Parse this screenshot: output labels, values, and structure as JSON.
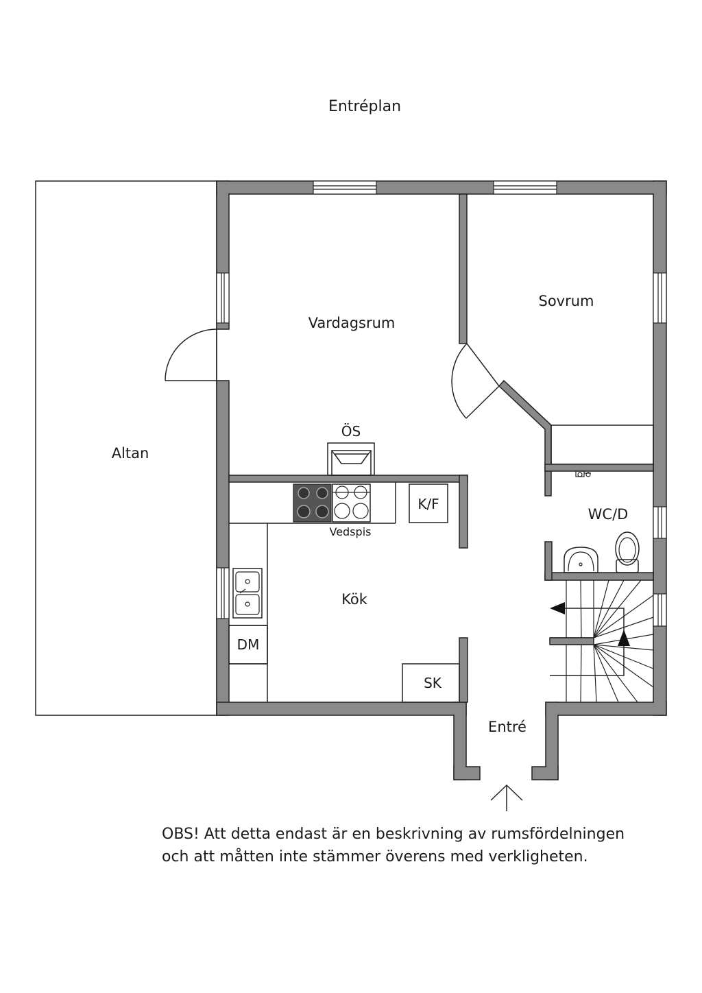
{
  "title": "Entréplan",
  "rooms": {
    "altan": "Altan",
    "vardagsrum": "Vardagsrum",
    "sovrum": "Sovrum",
    "kok": "Kök",
    "wc": "WC/D",
    "entre": "Entré",
    "os": "ÖS",
    "vedspis": "Vedspis",
    "kf": "K/F",
    "dm": "DM",
    "sk": "SK"
  },
  "note": "OBS! Att detta endast är en beskrivning av rumsfördelningen och att måtten inte stämmer överens med verkligheten.",
  "colors": {
    "wall": "#8a8a8a",
    "stove": "#555555",
    "line": "#222222"
  }
}
